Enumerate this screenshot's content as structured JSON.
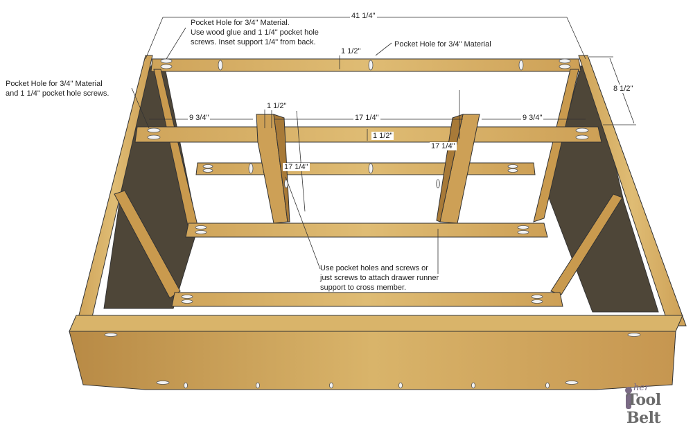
{
  "annotations": {
    "top_left_pocket": "Pocket Hole for 3/4\" Material.\nUse wood glue and 1 1/4\" pocket hole\nscrews. Inset support 1/4\" from back.",
    "top_right_pocket": "Pocket Hole for 3/4\" Material",
    "side_pocket": "Pocket Hole for 3/4\" Material\nand 1 1/4\" pocket hole screws.",
    "runner_note": "Use pocket holes and screws or\njust screws to attach drawer runner\nsupport to cross member."
  },
  "dimensions": {
    "overall_width": "41 1/4\"",
    "back_rail_height": "1 1/2\"",
    "side_height": "8 1/2\"",
    "runner_width": "1 1/2\"",
    "left_gap": "9 3/4\"",
    "center_gap": "17 1/4\"",
    "right_gap": "9 3/4\"",
    "front_rail_height": "1 1/2\"",
    "runner_length_left": "17 1/4\"",
    "runner_length_right": "17 1/4\""
  },
  "logo": {
    "script": "her",
    "main": "Tool Belt"
  },
  "colors": {
    "wood_light": "#d9b46a",
    "wood_mid": "#c99a4e",
    "wood_dark": "#a87a38",
    "panel_dark": "#4b4436",
    "panel_mid": "#5a5140",
    "line": "#333333",
    "hole": "#f2f2f2"
  }
}
